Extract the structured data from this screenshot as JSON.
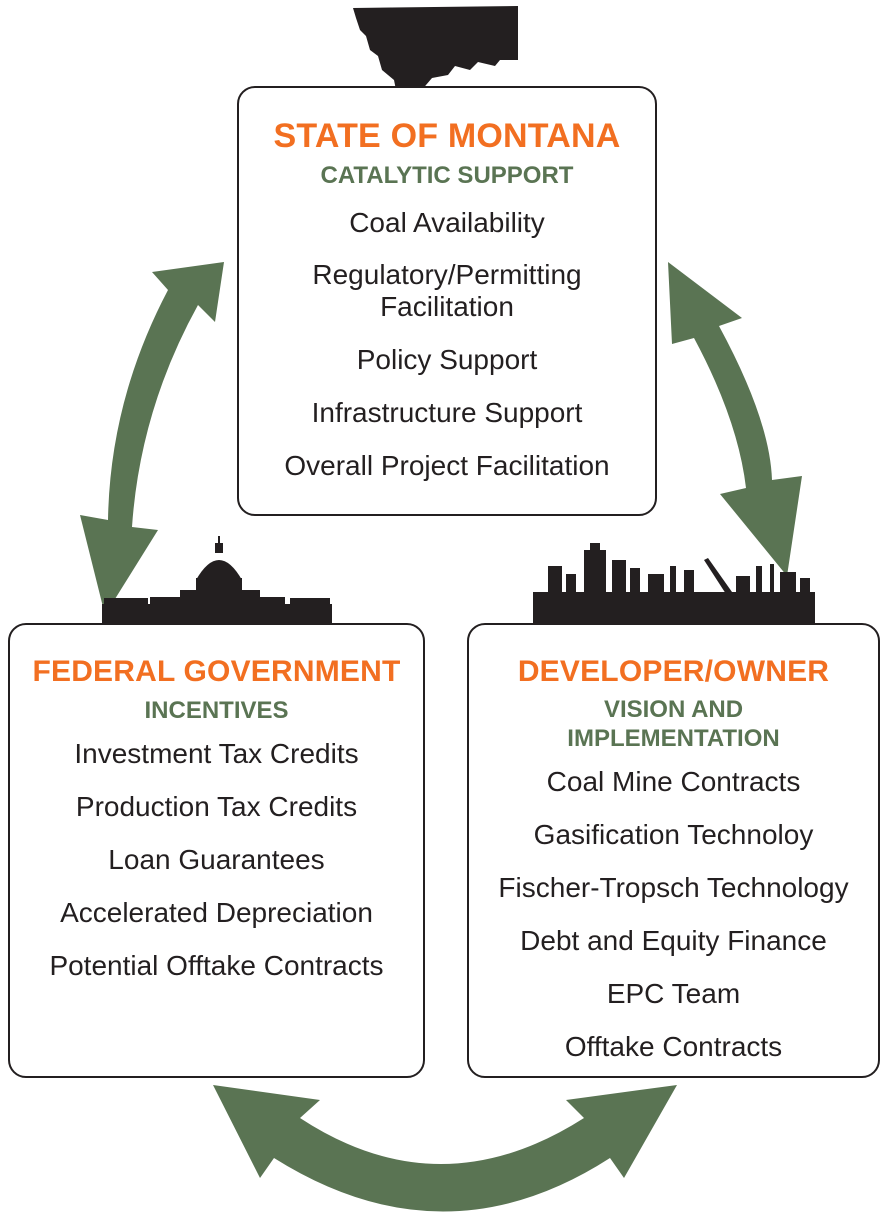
{
  "colors": {
    "title": "#f26f21",
    "subtitle": "#5a7453",
    "arrow": "#5a7453",
    "text": "#231f20",
    "silhouette": "#231f20"
  },
  "icons": {
    "top": "montana-state-outline-icon",
    "left": "capitol-building-icon",
    "right": "industrial-plant-skyline-icon"
  },
  "state": {
    "title": "STATE OF MONTANA",
    "subtitle": "CATALYTIC SUPPORT",
    "items": [
      "Coal Availability",
      "Regulatory/Permitting Facilitation",
      "Policy Support",
      "Infrastructure Support",
      "Overall Project Facilitation"
    ]
  },
  "federal": {
    "title": "FEDERAL GOVERNMENT",
    "subtitle": "INCENTIVES",
    "items": [
      "Investment Tax Credits",
      "Production Tax Credits",
      "Loan Guarantees",
      "Accelerated Depreciation",
      "Potential Offtake Contracts"
    ]
  },
  "developer": {
    "title": "DEVELOPER/OWNER",
    "subtitle": "VISION AND IMPLEMENTATION",
    "items": [
      "Coal Mine Contracts",
      "Gasification Technoloy",
      "Fischer-Tropsch Technology",
      "Debt and Equity Finance",
      "EPC Team",
      "Offtake Contracts"
    ]
  }
}
